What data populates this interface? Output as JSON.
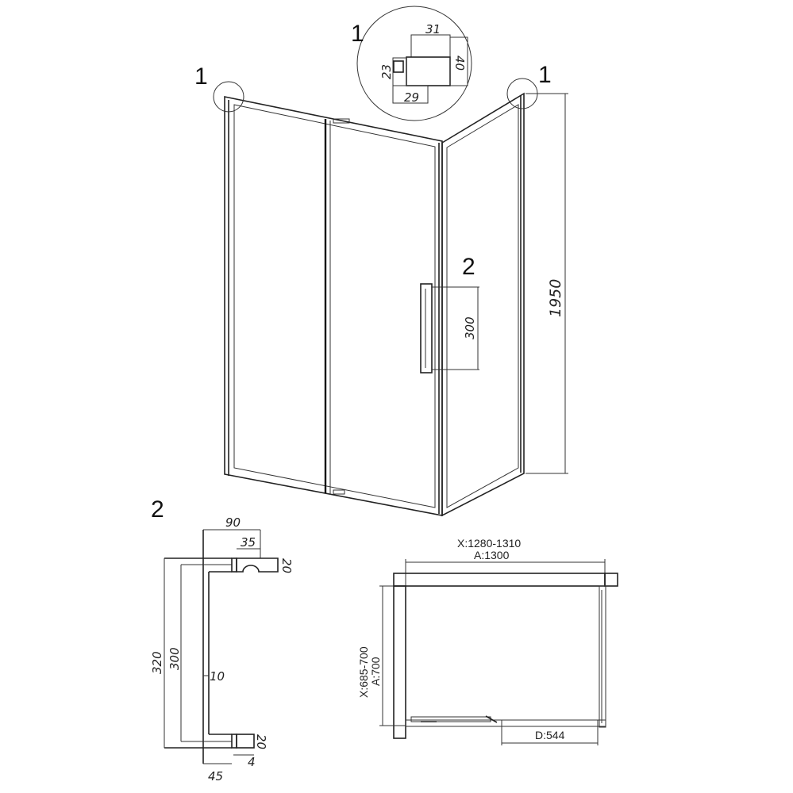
{
  "callouts": {
    "profile_detail": "1",
    "handle_detail": "2"
  },
  "profile_detail": {
    "width_top": "31",
    "height": "40",
    "height_left": "23",
    "width_bottom": "29"
  },
  "enclosure": {
    "height": "1950",
    "handle_height": "300"
  },
  "handle": {
    "width": "90",
    "mount_width": "35",
    "mount_height_top": "20",
    "outer_height": "320",
    "inner_height": "300",
    "bar_thickness": "10",
    "mount_height_bottom": "20",
    "gap": "4",
    "depth": "45"
  },
  "plan": {
    "x_width": "X:1280-1310",
    "a_width": "A:1300",
    "x_depth": "X:685-700",
    "a_depth": "A:700",
    "door_opening": "D:544"
  }
}
